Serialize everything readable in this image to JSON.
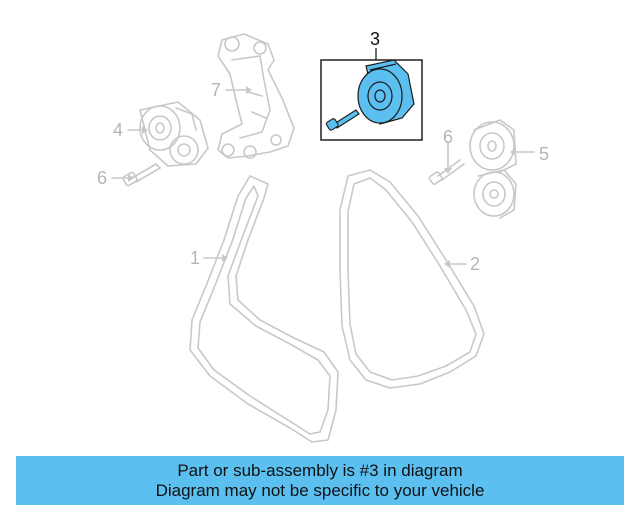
{
  "diagram": {
    "callouts": {
      "c1": "1",
      "c2": "2",
      "c3": "3",
      "c4": "4",
      "c5": "5",
      "c6a": "6",
      "c6b": "6",
      "c7": "7"
    },
    "highlight_color": "#5bbff0",
    "part_line_color": "#c8c8c8"
  },
  "banner": {
    "line1": "Part or sub-assembly is #3 in diagram",
    "line2": "Diagram may not be specific to your vehicle",
    "background": "#5bbff0"
  }
}
